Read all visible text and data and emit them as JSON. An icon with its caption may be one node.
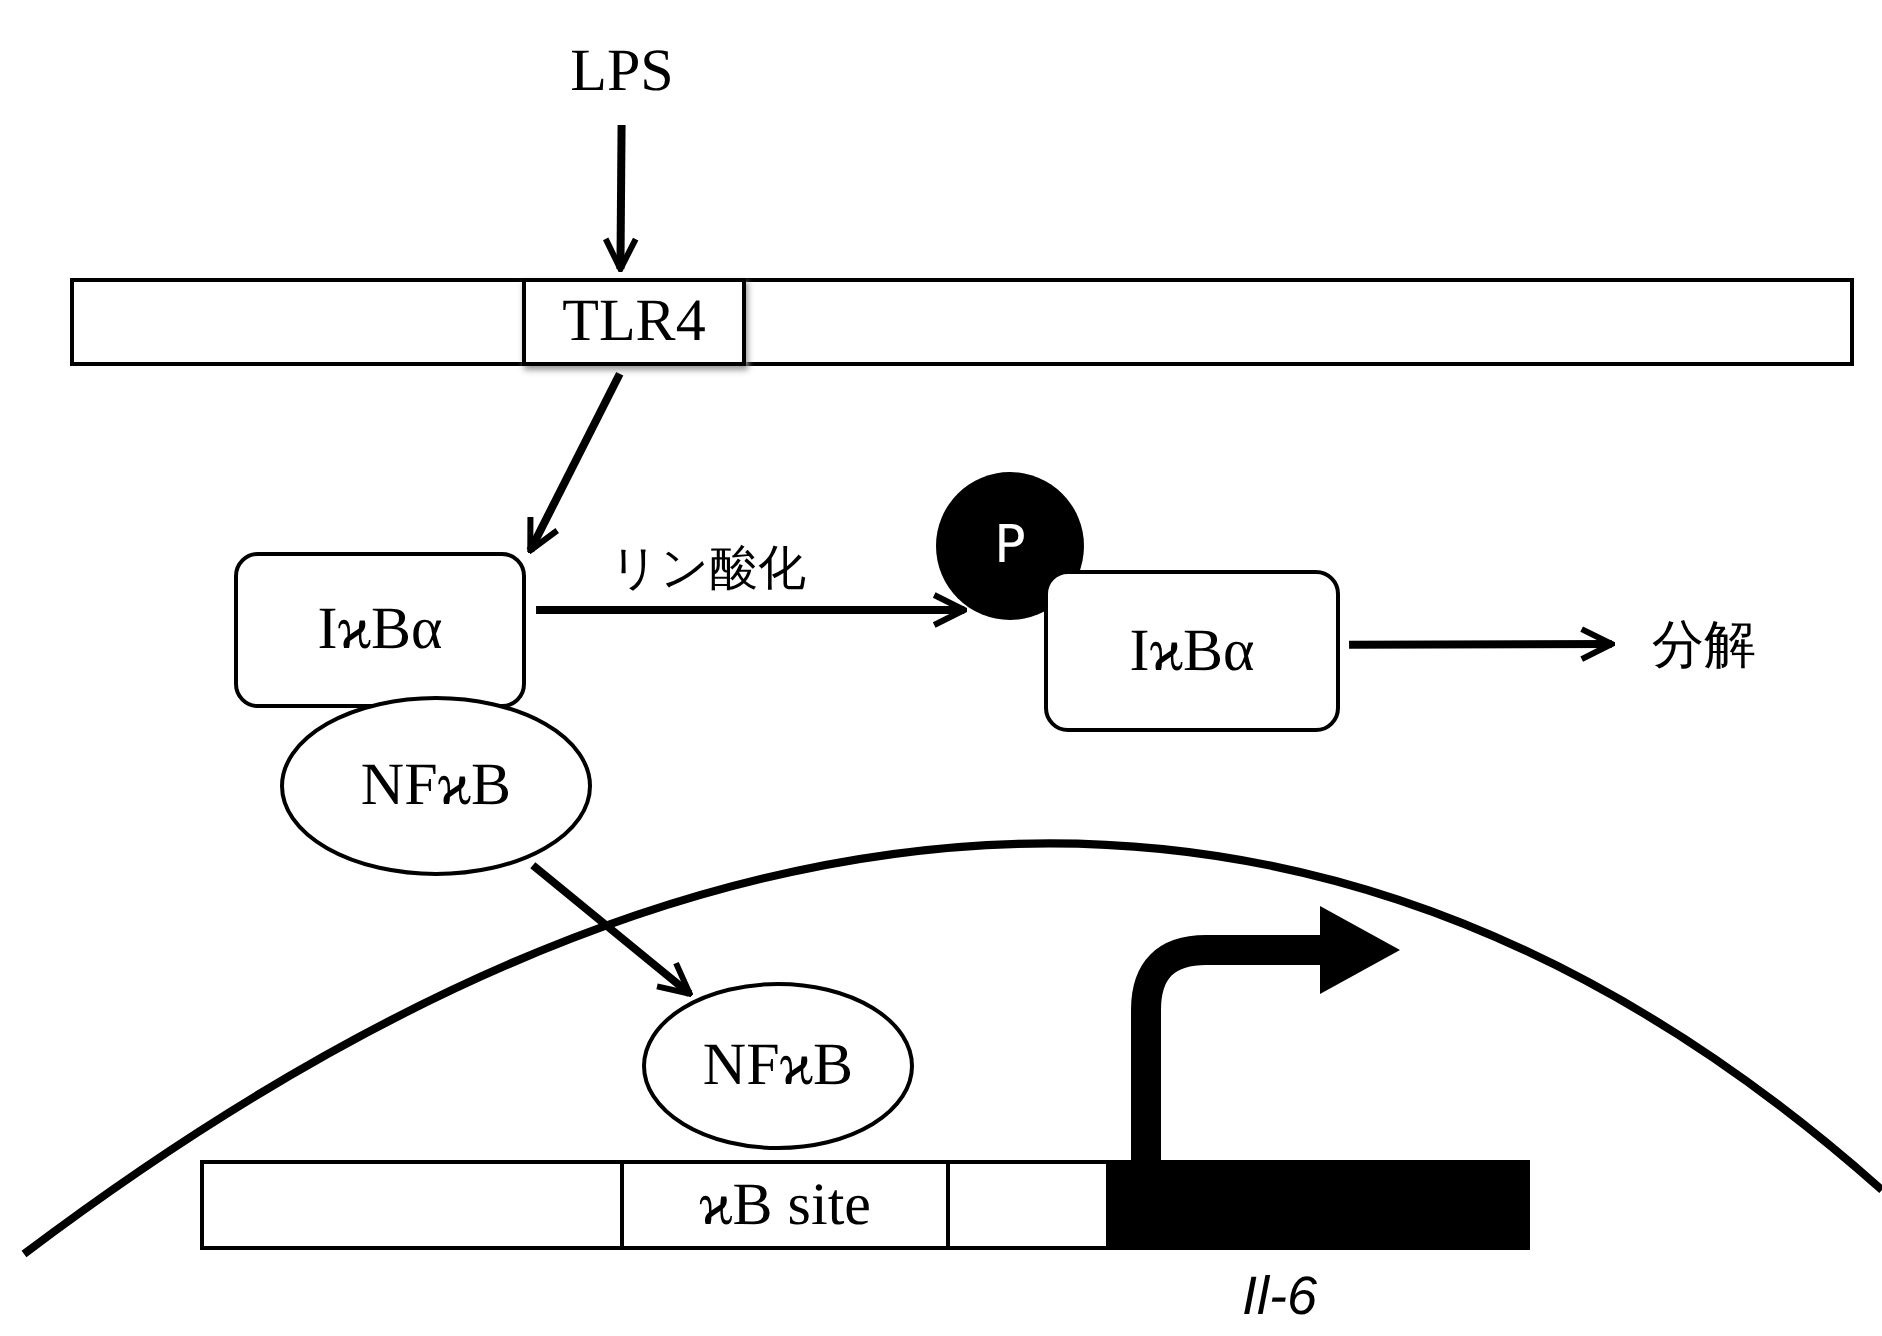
{
  "diagram": {
    "nodes": [
      {
        "text": [
          "LPS"
        ]
      },
      {
        "text": [],
        "shape": "bar"
      },
      {
        "text": [
          "TLR4"
        ],
        "in": 1
      },
      {
        "text": [
          "IϰBα"
        ]
      },
      {
        "text": [
          "NFϰB"
        ]
      },
      {
        "text": [
          "P"
        ]
      },
      {
        "text": [
          "IϰBα"
        ]
      },
      {
        "text": [
          "分解"
        ]
      },
      {
        "text": [
          "NFϰB"
        ]
      },
      {
        "text": [],
        "shape": "bar"
      },
      {
        "text": [
          "ϰB site"
        ],
        "in": 9
      },
      {
        "text": [],
        "shape": "bar",
        "in": 9,
        "beside": [
          "Il-6"
        ]
      }
    ],
    "edges": [
      {
        "from": 0,
        "to": 2,
        "arrow": "to"
      },
      {
        "from": 2,
        "to": 3,
        "arrow": "to"
      },
      {
        "from": 3,
        "to": 5,
        "arrow": "to",
        "label": "リン酸化"
      },
      {
        "from": 6,
        "to": 7,
        "arrow": "to"
      },
      {
        "from": 4,
        "to": 8,
        "arrow": "to"
      }
    ]
  }
}
